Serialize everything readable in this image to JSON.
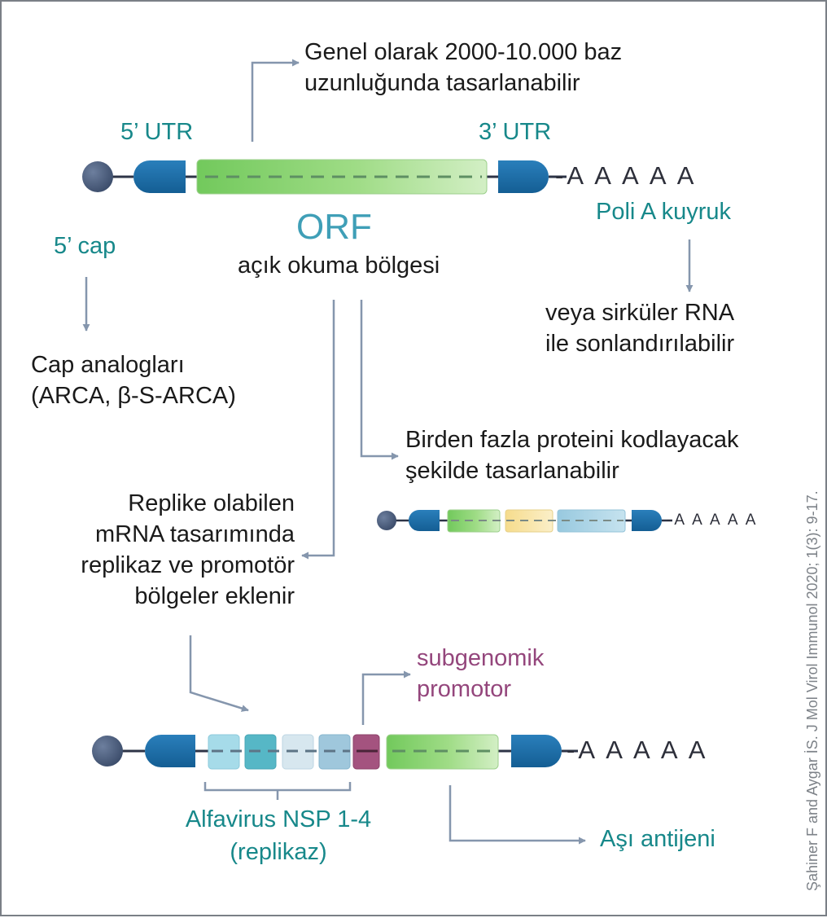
{
  "labels": {
    "utr5": "5’ UTR",
    "utr3": "3’ UTR",
    "cap5": "5’ cap",
    "orf": "ORF",
    "orf_desc": "açık okuma bölgesi",
    "poly_a_tail": "Poli A kuyruk",
    "poly_a_seq": "-A A A A A",
    "genel_line1": "Genel olarak 2000-10.000 baz",
    "genel_line2": "uzunluğunda tasarlanabilir",
    "cap_analog_line1": "Cap analogları",
    "cap_analog_line2": "(ARCA, β-S-ARCA)",
    "circular_line1": "veya sirküler RNA",
    "circular_line2": "ile sonlandırılabilir",
    "multi_protein_line1": "Birden fazla proteini kodlayacak",
    "multi_protein_line2": "şekilde tasarlanabilir",
    "replicon_line1": "Replike olabilen",
    "replicon_line2": "mRNA tasarımında",
    "replicon_line3": "replikaz ve promotör",
    "replicon_line4": "bölgeler eklenir",
    "subgenomic_line1": "subgenomik",
    "subgenomic_line2": "promotor",
    "nsp_line1": "Alfavirus NSP 1-4",
    "nsp_line2": "(replikaz)",
    "antigen": "Aşı antijeni"
  },
  "citation": "Şahiner F and Aygar İS. J Mol Virol Immunol 2020; 1(3): 9-17.",
  "colors": {
    "teal_label": "#17888a",
    "plum_label": "#94467c",
    "orf_blue": "#3f9fb7",
    "cap": "#4a5d7e",
    "utr": "#1e6fa8",
    "orf_green": "#7fd06a",
    "orf_yellow": "#f7e3a4",
    "orf_lightblue": "#a9d3e4",
    "promoter": "#a4537f",
    "arrow": "#8596ad"
  }
}
